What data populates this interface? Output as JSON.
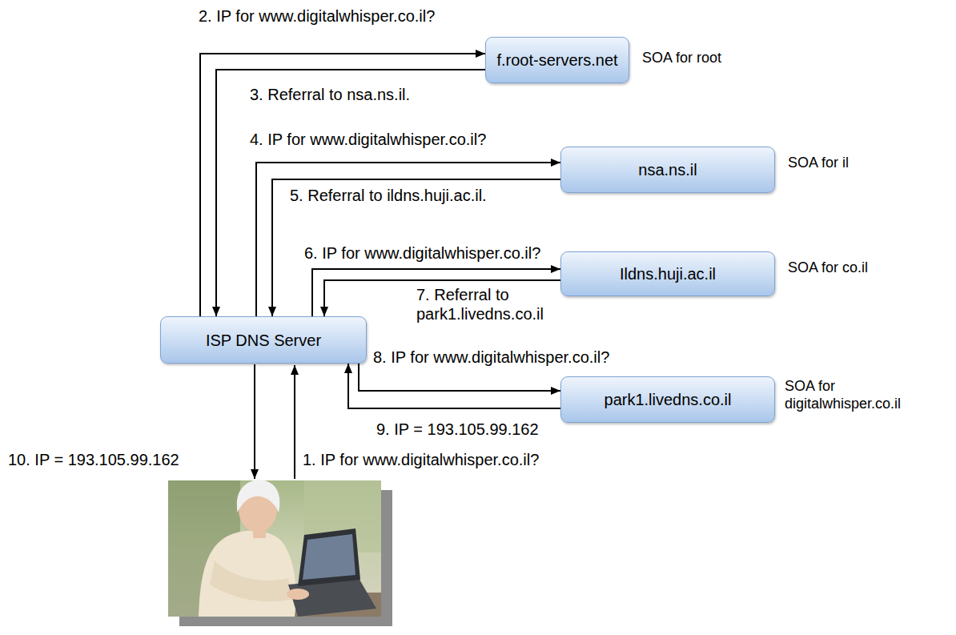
{
  "diagram": {
    "nodes": [
      {
        "text": [
          "f.root-servers.net"
        ]
      },
      {
        "text": [
          "nsa.ns.il"
        ]
      },
      {
        "text": [
          "Ildns.huji.ac.il"
        ]
      },
      {
        "text": [
          "ISP DNS Server"
        ]
      },
      {
        "text": [
          "park1.livedns.co.il"
        ]
      }
    ],
    "edges": [
      {
        "from": 3,
        "to": 0,
        "arrow": "to",
        "label": "2. IP for www.digitalwhisper.co.il?"
      },
      {
        "from": 0,
        "to": 3,
        "arrow": "to",
        "label": "3. Referral to nsa.ns.il."
      },
      {
        "from": 3,
        "to": 1,
        "arrow": "to",
        "label": "4. IP for www.digitalwhisper.co.il?"
      },
      {
        "from": 1,
        "to": 3,
        "arrow": "to",
        "label": "5. Referral to ildns.huji.ac.il."
      },
      {
        "from": 3,
        "to": 2,
        "arrow": "to",
        "label": "6. IP for www.digitalwhisper.co.il?"
      },
      {
        "from": 2,
        "to": 3,
        "arrow": "to",
        "label": "7. Referral to park1.livedns.co.il"
      },
      {
        "from": 3,
        "to": 4,
        "arrow": "to",
        "label": "8. IP for www.digitalwhisper.co.il?"
      },
      {
        "from": 4,
        "to": 3,
        "arrow": "to",
        "label": "9. IP = 193.105.99.162"
      }
    ],
    "labels": [
      "SOA for root",
      "SOA for il",
      "SOA for co.il",
      "SOA for digitalwhisper.co.il",
      "10. IP = 193.105.99.162",
      "1. IP for www.digitalwhisper.co.il?"
    ]
  }
}
